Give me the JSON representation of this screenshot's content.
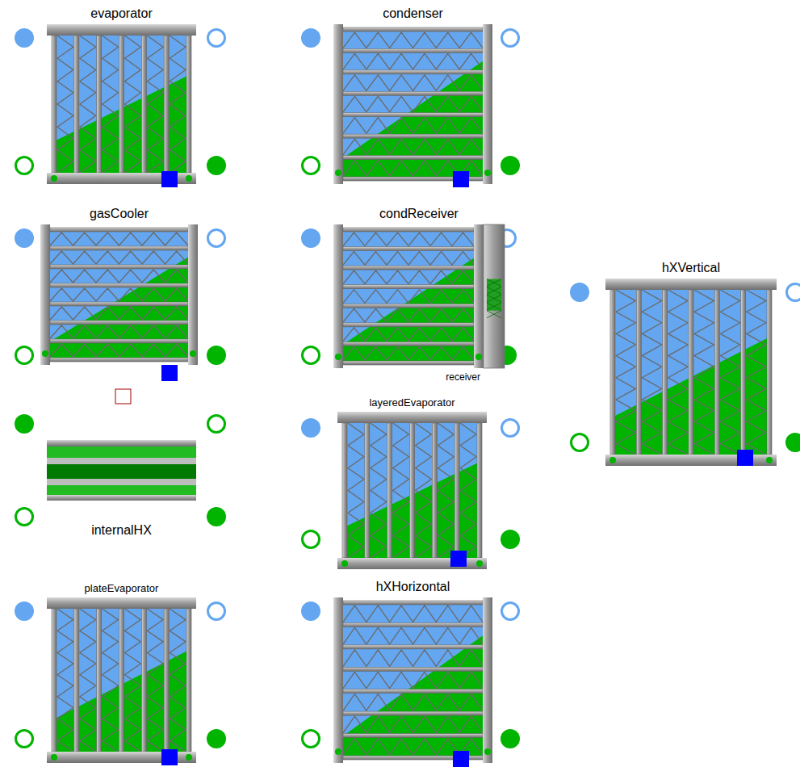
{
  "diagram": {
    "nodes": [
      {
        "text": [
          "evaporator"
        ]
      },
      {
        "text": [
          "condenser"
        ]
      },
      {
        "text": [
          "gasCooler"
        ]
      },
      {
        "text": [
          "condReceiver",
          "receiver"
        ]
      },
      {
        "text": [
          "hXVertical"
        ]
      },
      {
        "text": [
          "internalHX"
        ]
      },
      {
        "text": [
          "layeredEvaporator"
        ]
      },
      {
        "text": [
          "plateEvaporator"
        ]
      },
      {
        "text": [
          "hXHorizontal"
        ]
      }
    ]
  }
}
